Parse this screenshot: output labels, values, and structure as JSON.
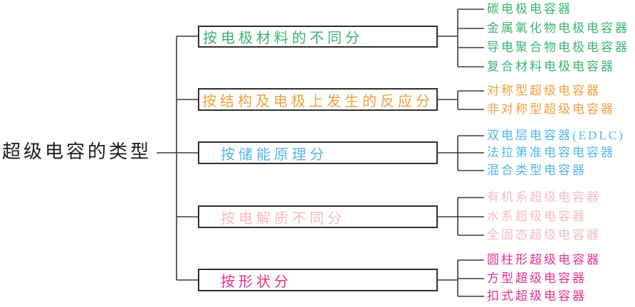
{
  "diagram": {
    "line_color": "#3a3a3a",
    "background": "#ffffff"
  },
  "root": {
    "label": "超级电容的类型",
    "color": "#1c1c1c"
  },
  "branches": [
    {
      "label": "按电极材料的不同分",
      "color": "#3cb371",
      "leaves": [
        "碳电极电容器",
        "金属氧化物电极电容器",
        "导电聚合物电极电容器",
        "复合材料电极电容器"
      ]
    },
    {
      "label": "按结构及电极上发生的反应分",
      "color": "#f0a03c",
      "leaves": [
        "对称型超级电容器",
        "非对称型超级电容器"
      ]
    },
    {
      "label": "按储能原理分",
      "color": "#53b7e8",
      "leaves": [
        "双电层电容器(EDLC)",
        "法拉第准电容电容器",
        "混合类型电容器"
      ]
    },
    {
      "label": "按电解质不同分",
      "color": "#f6bcbc",
      "leaves": [
        "有机系超级电容器",
        "水系超级电容器",
        "全固态超级电容器"
      ]
    },
    {
      "label": "按形状分",
      "color": "#e5308e",
      "leaves": [
        "圆柱形超级电容器",
        "方型超级电容器",
        "扣式超级电容器"
      ]
    }
  ]
}
